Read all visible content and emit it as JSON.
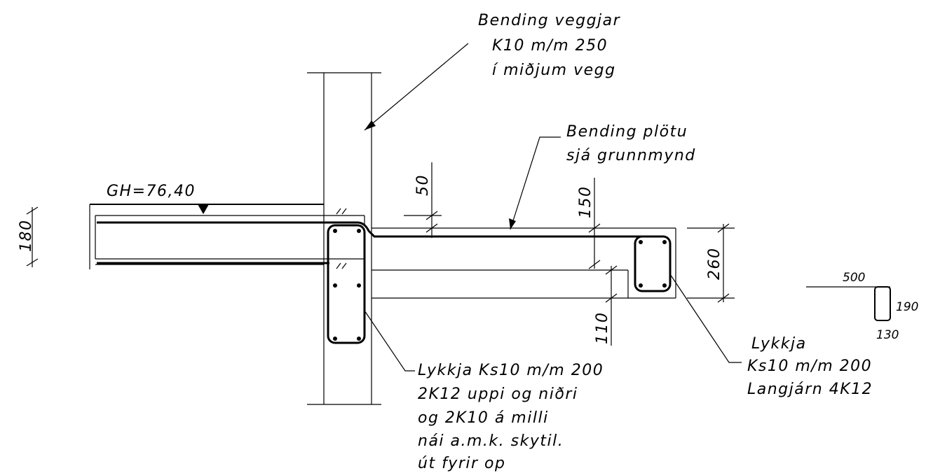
{
  "annotations": {
    "wall_rebar": [
      "Bending veggjar",
      "K10 m/m 250",
      "í miðjum vegg"
    ],
    "slab_rebar": [
      "Bending plötu",
      "sjá grunnmynd"
    ],
    "ground_level": "GH=76,40",
    "wall_stirrup": [
      "Lykkja Ks10 m/m 200",
      "2K12 uppi og niðri",
      "og 2K10 á milli",
      "nái a.m.k. skytil.",
      "út fyrir op"
    ],
    "beam_stirrup": [
      "Lykkja",
      "Ks10 m/m 200",
      "Langjárn 4K12"
    ]
  },
  "dimensions": {
    "slab_thickness": "180",
    "top_cover": "50",
    "upper_depth": "150",
    "lower_depth": "110",
    "beam_depth": "260"
  },
  "bar_schedule": {
    "length": "500",
    "height": "190",
    "width": "130"
  }
}
